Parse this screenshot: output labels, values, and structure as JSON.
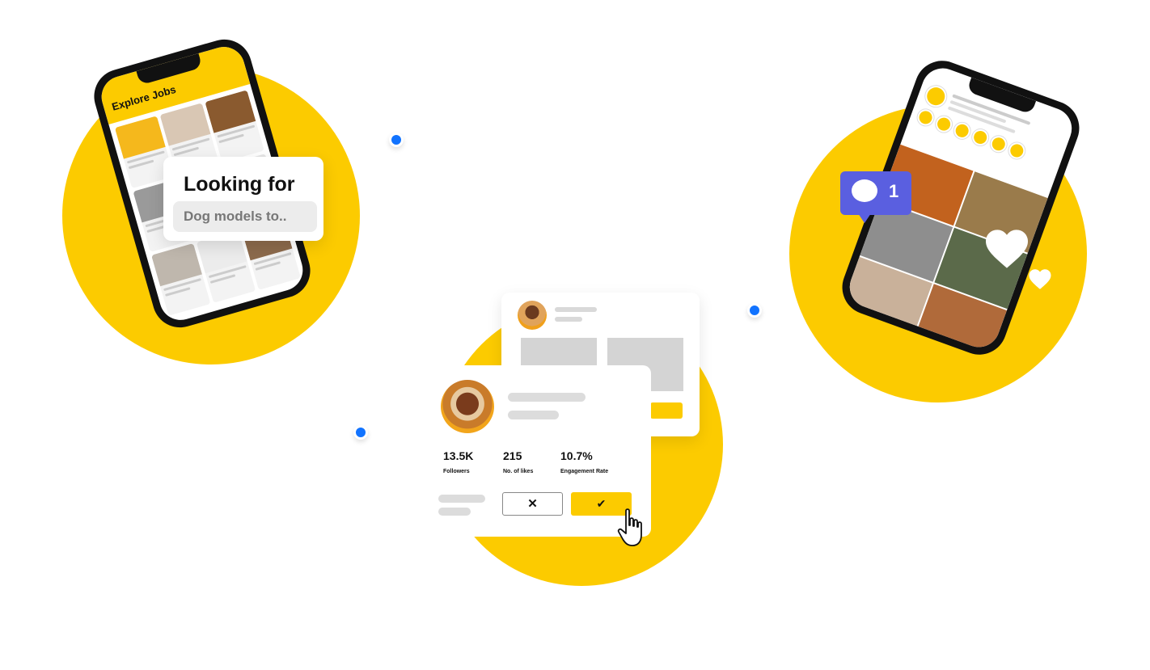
{
  "colors": {
    "brand_yellow": "#FCCB00",
    "accent_blue": "#1173FF",
    "chat_purple": "#5A5FE0"
  },
  "phone_left": {
    "header_title": "Explore Jobs"
  },
  "search_bubble": {
    "title": "Looking for",
    "query": "Dog models to.."
  },
  "profile_card": {
    "stats": [
      {
        "value": "13.5K",
        "label": "Followers"
      },
      {
        "value": "215",
        "label": "No. of likes"
      },
      {
        "value": "10.7%",
        "label": "Engagement Rate"
      }
    ],
    "reject_symbol": "✕",
    "accept_symbol": "✔"
  },
  "notification": {
    "count": "1",
    "icon": "chat-bubble-icon"
  },
  "icons": [
    "heart-icon",
    "pointer-hand-icon",
    "image-placeholder-icon"
  ]
}
